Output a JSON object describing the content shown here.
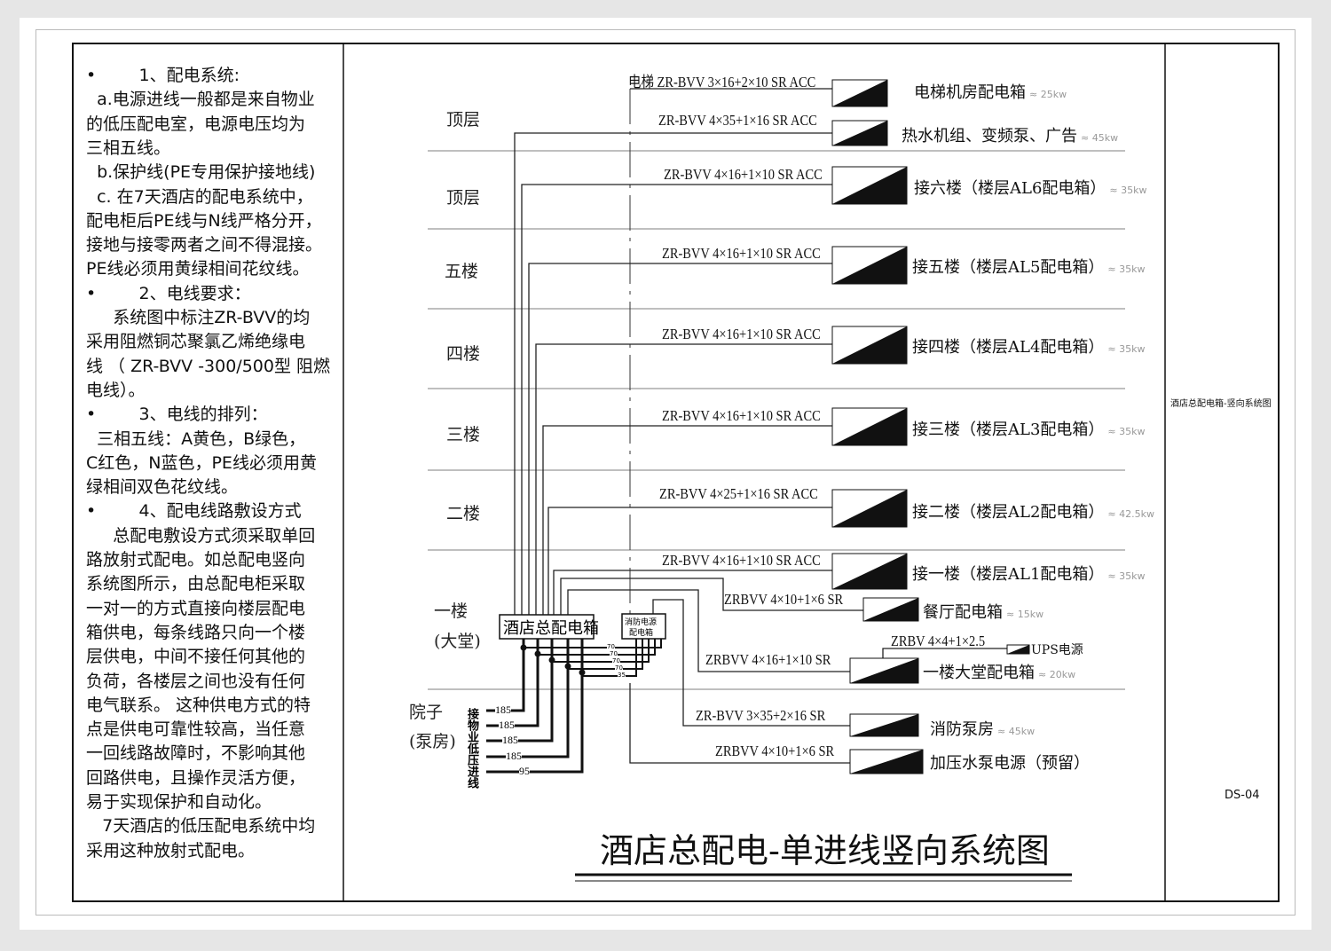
{
  "notes": [
    "•        1、配电系统:",
    "  a.电源进线一般都是来自物业",
    "的低压配电室，电源电压均为",
    "三相五线。",
    "  b.保护线(PE专用保护接地线)",
    "  c. 在7天酒店的配电系统中，",
    "配电柜后PE线与N线严格分开，",
    "接地与接零两者之间不得混接。",
    "PE线必须用黄绿相间花纹线。",
    "•        2、电线要求：",
    "     系统图中标注ZR-BVV的均",
    "采用阻燃铜芯聚氯乙烯绝缘电",
    "线 （ ZR-BVV -300/500型 阻燃",
    "电线）。",
    "•        3、电线的排列：",
    "  三相五线：A黄色，B绿色，",
    "C红色，N蓝色，PE线必须用黄",
    "绿相间双色花纹线。",
    "•        4、配电线路敷设方式",
    "     总配电敷设方式须采取单回",
    "路放射式配电。如总配电竖向",
    "系统图所示，由总配电柜采取",
    "一对一的方式直接向楼层配电",
    "箱供电，每条线路只向一个楼",
    "层供电，中间不接任何其他的",
    "负荷，各楼层之间也没有任何",
    "电气联系。 这种供电方式的特",
    "点是供电可靠性较高，当任意",
    "一回线路故障时，不影响其他",
    "回路供电，且操作灵活方便，",
    "易于实现保护和自动化。",
    "   7天酒店的低压配电系统中均",
    "采用这种放射式配电。"
  ],
  "floors": [
    "顶层",
    "顶层",
    "五楼",
    "四楼",
    "三楼",
    "二楼",
    "一楼",
    "(大堂)",
    "院子",
    "(泵房)"
  ],
  "feeders": [
    {
      "cable": "电梯 ZR-BVV 3×16+2×10 SR ACC",
      "load": "电梯机房配电箱",
      "kw": "≈ 25kw"
    },
    {
      "cable": "ZR-BVV 4×35+1×16 SR ACC",
      "load": "热水机组、变频泵、广告",
      "kw": "≈ 45kw"
    },
    {
      "cable": "ZR-BVV 4×16+1×10 SR ACC",
      "load": "接六楼（楼层AL6配电箱）",
      "kw": "≈ 35kw"
    },
    {
      "cable": "ZR-BVV 4×16+1×10 SR ACC",
      "load": "接五楼（楼层AL5配电箱）",
      "kw": "≈ 35kw"
    },
    {
      "cable": "ZR-BVV 4×16+1×10 SR ACC",
      "load": "接四楼（楼层AL4配电箱）",
      "kw": "≈ 35kw"
    },
    {
      "cable": "ZR-BVV 4×16+1×10 SR ACC",
      "load": "接三楼（楼层AL3配电箱）",
      "kw": "≈ 35kw"
    },
    {
      "cable": "ZR-BVV 4×25+1×16 SR ACC",
      "load": "接二楼（楼层AL2配电箱）",
      "kw": "≈ 42.5kw"
    },
    {
      "cable": "ZR-BVV 4×16+1×10 SR ACC",
      "load": "接一楼（楼层AL1配电箱）",
      "kw": "≈ 35kw"
    },
    {
      "cable": "ZRBVV 4×10+1×6 SR",
      "load": "餐厅配电箱",
      "kw": "≈ 15kw"
    },
    {
      "cable": "ZRBV 4×4+1×2.5",
      "load": "UPS电源",
      "kw": ""
    },
    {
      "cable": "ZRBVV 4×16+1×10 SR",
      "load": "一楼大堂配电箱",
      "kw": "≈ 20kw"
    },
    {
      "cable": "ZR-BVV 3×35+2×16 SR",
      "load": "消防泵房",
      "kw": "≈ 45kw"
    },
    {
      "cable": "ZRBVV 4×10+1×6 SR",
      "load": "加压水泵电源（预留）",
      "kw": ""
    }
  ],
  "main_box": "酒店总配电箱",
  "fire_box": [
    "消防电源",
    "配电箱"
  ],
  "incoming_label": "接物业低压进线",
  "incoming_sizes": [
    "185",
    "185",
    "185",
    "185",
    "95"
  ],
  "fire_sizes": [
    "70",
    "70",
    "70",
    "70",
    "35"
  ],
  "title": "酒店总配电-单进线竖向系统图",
  "side_title": "酒店总配电箱-竖向系统图",
  "drawing_no": "DS-04"
}
